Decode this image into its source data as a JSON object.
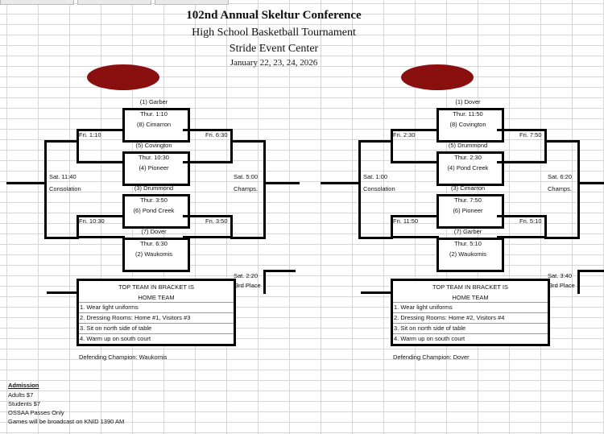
{
  "header": {
    "title": "102nd Annual Skeltur Conference",
    "subtitle": "High School Basketball Tournament",
    "venue": "Stride Event Center",
    "dates": "January 22, 23, 24, 2026"
  },
  "brackets": [
    {
      "teams": [
        "(1) Garber",
        "(8) Cimarron",
        "(5) Covington",
        "(4) Pioneer",
        "(3) Drummond",
        "(6) Pond Creek",
        "(7) Dover",
        "(2) Waukomis"
      ],
      "thu": [
        "Thur. 1:10",
        "Thur. 10:30",
        "Thur. 3:50",
        "Thur. 6:30"
      ],
      "fri_left_top": "Fri. 1:10",
      "fri_right_top": "Fri. 6:30",
      "fri_left_bottom": "Fri. 10:30",
      "fri_right_bottom": "Fri. 3:50",
      "sat_cons": "Sat. 11:40",
      "consolation": "Consolation",
      "sat_champ": "Sat. 5:00",
      "champs": "Champs.",
      "sat_third": "Sat. 2:20",
      "third": "3rd Place",
      "rules": [
        "TOP TEAM IN BRACKET IS",
        "HOME TEAM",
        "1. Wear light uniforms",
        "2. Dressing Rooms: Home #1, Visitors #3",
        "3. Sit on north side of table",
        "4. Warm up on south court"
      ],
      "defending": "Defending Champion:  Waukomis"
    },
    {
      "teams": [
        "(1) Dover",
        "(8) Covington",
        "(5) Drummond",
        "(4) Pond Creek",
        "(3) Cimarron",
        "(6) Pioneer",
        "(7) Garber",
        "(2) Waukomis"
      ],
      "thu": [
        "Thur. 11:50",
        "Thur. 2:30",
        "Thur. 7:50",
        "Thur. 5:10"
      ],
      "fri_left_top": "Fri. 2:30",
      "fri_right_top": "Fri. 7:50",
      "fri_left_bottom": "Fri. 11:50",
      "fri_right_bottom": "Fri. 5:10",
      "sat_cons": "Sat. 1:00",
      "consolation": "Consolation",
      "sat_champ": "Sat. 6:20",
      "champs": "Champs.",
      "sat_third": "Sat. 3:40",
      "third": "3rd Place",
      "rules": [
        "TOP TEAM IN BRACKET IS",
        "HOME TEAM",
        "1. Wear light uniforms",
        "2. Dressing Rooms: Home #2, Visitors #4",
        "3. Sit on north side of table",
        "4. Warm up on south court"
      ],
      "defending": "Defending Champion:  Dover"
    }
  ],
  "admission": {
    "heading": "Admission",
    "lines": [
      "Adults $7",
      "Students $7",
      "OSSAA Passes Only",
      "Games will be broadcast on KNID 1390 AM"
    ]
  },
  "colors": {
    "oval": "#8a1010"
  }
}
